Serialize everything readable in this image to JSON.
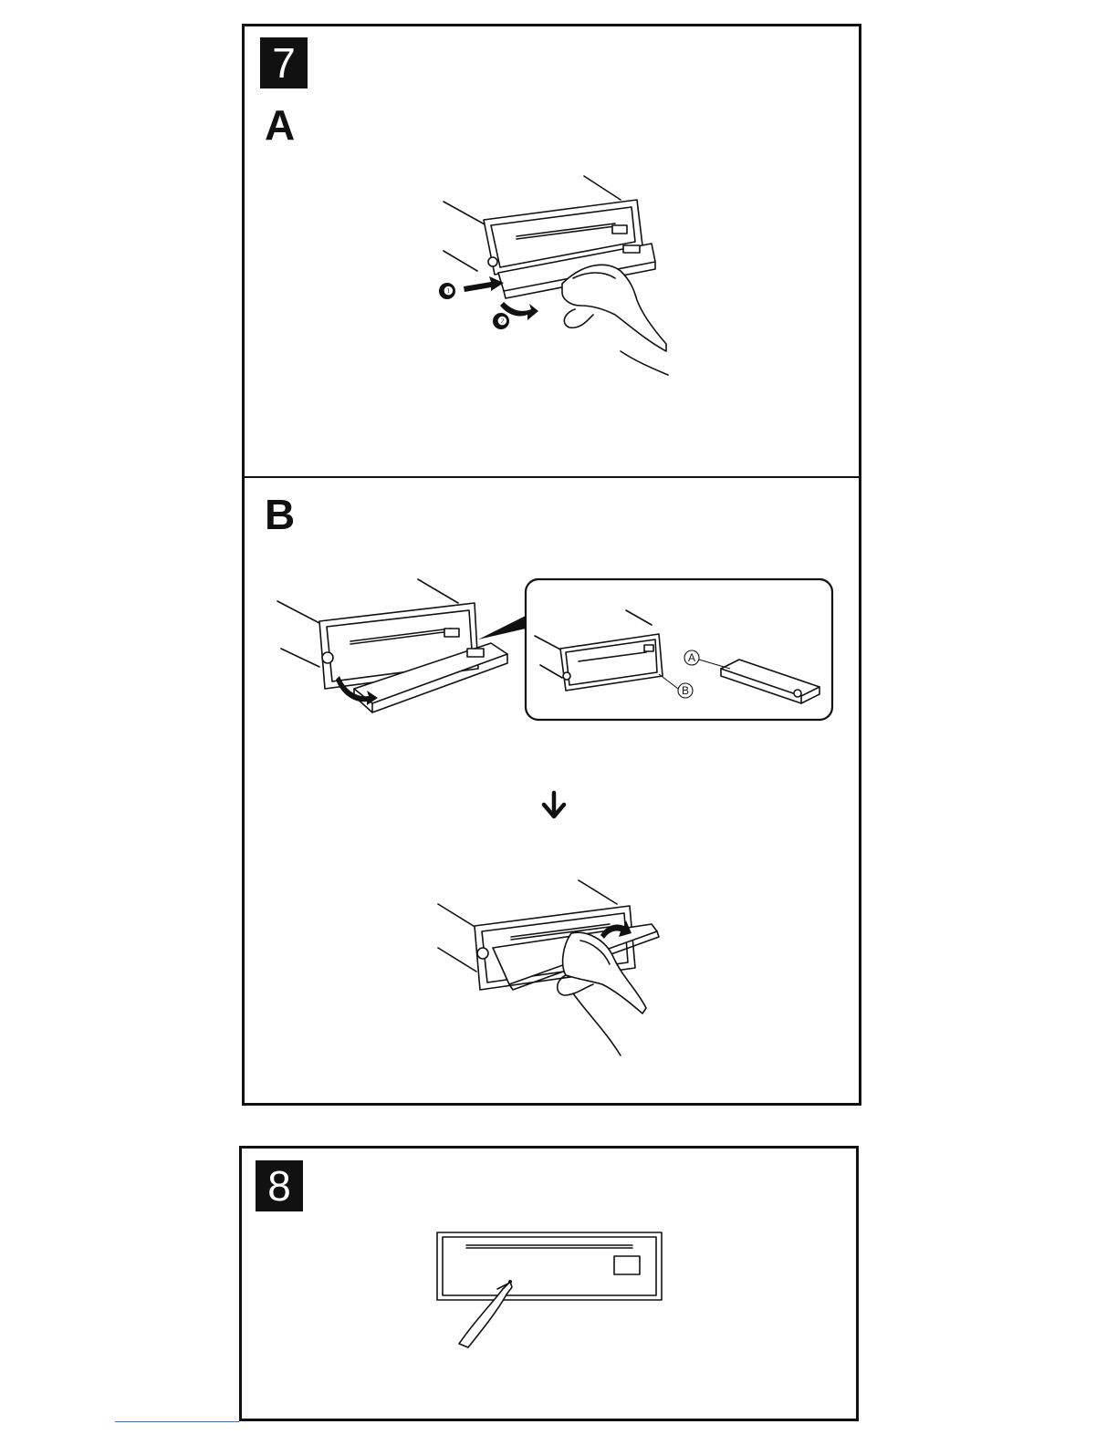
{
  "panels": {
    "step7": {
      "number": "7",
      "part_a": {
        "letter": "A",
        "markers": [
          "❶",
          "❷"
        ]
      },
      "part_b": {
        "letter": "B",
        "callouts": [
          "A",
          "B"
        ]
      }
    },
    "step8": {
      "number": "8"
    }
  },
  "icons": {
    "flow_arrow": "arrow-down-icon",
    "push_arrow": "arrow-right-icon",
    "curved_arrow": "curved-arrow-icon"
  },
  "colors": {
    "ink": "#111111",
    "paper": "#ffffff"
  }
}
